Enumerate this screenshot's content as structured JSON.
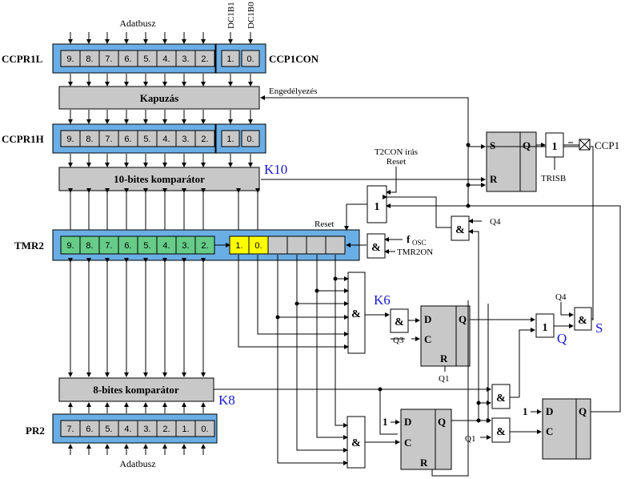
{
  "labels": {
    "adatbusz_top": "Adatbusz",
    "adatbusz_bottom": "Adatbusz",
    "dc1b1": "DC1B1",
    "dc1b0": "DC1B0",
    "ccpr1l": "CCPR1L",
    "ccp1con": "CCP1CON",
    "ccpr1h": "CCPR1H",
    "tmr2": "TMR2",
    "pr2": "PR2",
    "kapuzas": "Kapuzás",
    "engedelyezes": "Engedélyezés",
    "comp10": "10-bites komparátor",
    "comp8": "8-bites komparátor",
    "t2con": "T2CON írás",
    "reset1": "Reset",
    "reset2": "Reset",
    "fosc": "f",
    "fosc_sub": "OSC",
    "tmr2on": "TMR2ON",
    "ccp1": "CCP1",
    "trisb": "TRISB",
    "q4a": "Q4",
    "q4b": "Q4",
    "q3": "Q3",
    "q1a": "Q1",
    "q1b": "Q1",
    "k10": "K10",
    "k6": "K6",
    "k8": "K8",
    "out_q": "Q",
    "out_s": "S",
    "and": "&",
    "or": "1",
    "one": "1",
    "ff_s": "S",
    "ff_r": "R",
    "ff_q": "Q",
    "ff_d": "D",
    "ff_c": "C"
  },
  "registers": {
    "ccpr1l_cells": [
      "9.",
      "8.",
      "7.",
      "6.",
      "5.",
      "4.",
      "3.",
      "2."
    ],
    "ccp1con_cells": [
      "1.",
      "0."
    ],
    "ccpr1h_cells": [
      "9.",
      "8.",
      "7.",
      "6.",
      "5.",
      "4.",
      "3.",
      "2."
    ],
    "ccpr1h_low_cells": [
      "1.",
      "0."
    ],
    "tmr2_cells": [
      "9.",
      "8.",
      "7.",
      "6.",
      "5.",
      "4.",
      "3.",
      "2."
    ],
    "tmr2_low_cells": [
      "1.",
      "0."
    ],
    "pr2_cells": [
      "7.",
      "6.",
      "5.",
      "4.",
      "3.",
      "2.",
      "1.",
      "0."
    ]
  },
  "colors": {
    "register_bg": "#6aaee6",
    "cell_gray": "#c8c8c8",
    "cell_green": "#66cc88",
    "cell_yellow": "#ffff00",
    "accent_blue": "#1a1acc"
  }
}
